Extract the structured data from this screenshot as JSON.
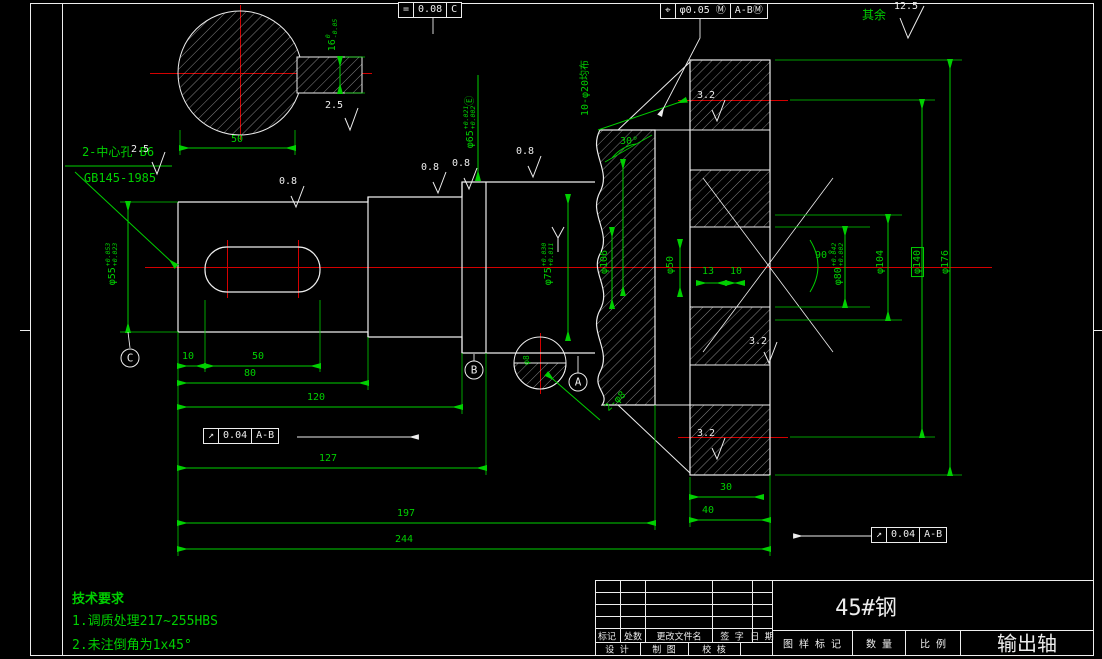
{
  "callouts": {
    "center_hole_line1": "2-中心孔 B6",
    "center_hole_line2": "GB145-1985",
    "holes_pattern": "10-φ20均布",
    "holes_small": "2-φ8",
    "detail_hole": "φ8",
    "rest_label": "其余",
    "rest_roughness": "12.5"
  },
  "roughness": {
    "r25a": "2.5",
    "r25b": "2.5",
    "r08a": "0.8",
    "r08b": "0.8",
    "r08c": "0.8",
    "r08d": "0.8",
    "r32a": "3.2",
    "r32b": "3.2",
    "r32c": "3.2"
  },
  "frames": {
    "f1_sym": "=",
    "f1_val": "0.08",
    "f1_ref": "C",
    "f2_sym": "⌖",
    "f2_val": "φ0.05 Ⓜ",
    "f2_ref": "A-BⓂ",
    "f3_sym": "↗",
    "f3_val": "0.04",
    "f3_ref": "A-B",
    "f4_sym": "↗",
    "f4_val": "0.04",
    "f4_ref": "A-B"
  },
  "datums": {
    "a": "A",
    "b": "B",
    "c": "C"
  },
  "dims": {
    "top50": "50",
    "h10": "10",
    "h50": "50",
    "h80": "80",
    "h120": "120",
    "h127": "127",
    "h197": "197",
    "h244": "244",
    "h13": "13",
    "h10b": "10",
    "h30": "30",
    "h40": "40",
    "a30": "30°",
    "a90": "90°"
  },
  "dia": {
    "d55": {
      "v": "φ55",
      "u": "+0.053",
      "l": "+0.023"
    },
    "d65": {
      "v": "φ65",
      "u": "+0.021",
      "l": "+0.002",
      "env": "Ⓔ"
    },
    "d75": {
      "v": "φ75",
      "u": "+0.030",
      "l": "+0.011"
    },
    "d80": {
      "v": "φ80",
      "u": "+0.042",
      "l": "+0.002"
    },
    "d104": "φ104",
    "d140": "φ140",
    "d176": "φ176",
    "d106": "φ106",
    "d50": "φ50",
    "k16": {
      "v": "16",
      "u": "0",
      "l": "-0.05"
    }
  },
  "tech_req": {
    "title": "技术要求",
    "line1": "1.调质处理217~255HBS",
    "line2": "2.未注倒角为1x45°"
  },
  "title_block": {
    "material": "45#钢",
    "part_name": "输出轴",
    "rev_headers": [
      "标记",
      "处数",
      "更改文件名",
      "签 字",
      "日 期"
    ],
    "row2": [
      "设 计",
      "制 图",
      "校 核"
    ],
    "info": [
      "图 样 标 记",
      "数 量",
      "比 例"
    ]
  },
  "colors": {
    "line_green": "#00cf00",
    "line_white": "#ededed",
    "line_red": "#d40000",
    "background": "#000000"
  }
}
